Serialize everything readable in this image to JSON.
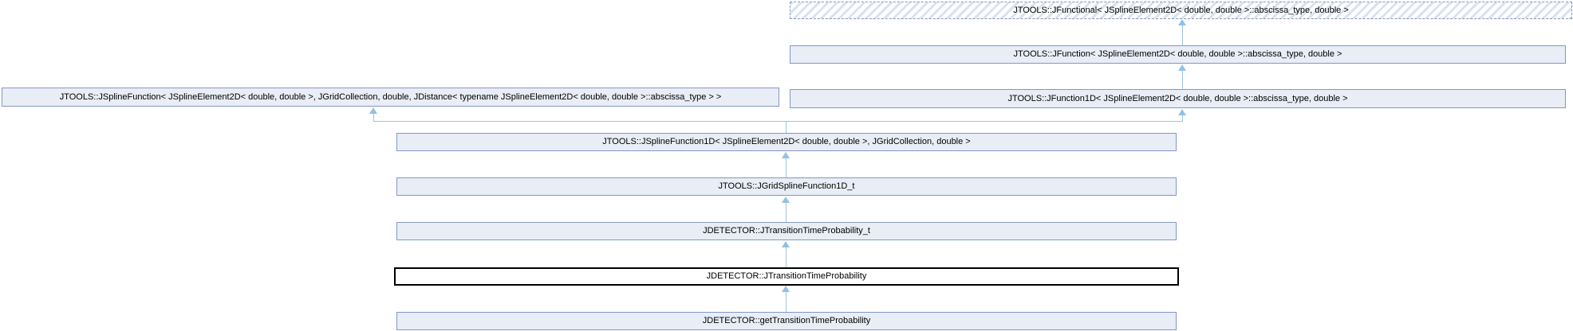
{
  "diagram": {
    "kind": "class-inheritance-graph",
    "colors": {
      "background": "#FFFFFF",
      "node_fill": "#E8EDF6",
      "node_border": "#8498C4",
      "hatch_stripe": "#DBE1EE",
      "current_node_border": "#000000",
      "current_node_fill": "#FFFFFF",
      "arrow": "#9CC4E6"
    },
    "nodes": {
      "functional": {
        "label": "JTOOLS::JFunctional< JSplineElement2D< double, double >::abscissa_type, double >",
        "style": "dashed-hatched-template"
      },
      "function": {
        "label": "JTOOLS::JFunction< JSplineElement2D< double, double >::abscissa_type, double >",
        "style": "class"
      },
      "spline_function": {
        "label": "JTOOLS::JSplineFunction< JSplineElement2D< double, double >, JGridCollection, double, JDistance< typename JSplineElement2D< double, double >::abscissa_type > >",
        "style": "class"
      },
      "function1d": {
        "label": "JTOOLS::JFunction1D< JSplineElement2D< double, double >::abscissa_type, double >",
        "style": "class"
      },
      "spline_function1d": {
        "label": "JTOOLS::JSplineFunction1D< JSplineElement2D< double, double >, JGridCollection, double >",
        "style": "class"
      },
      "grid_spline_function1d_t": {
        "label": "JTOOLS::JGridSplineFunction1D_t",
        "style": "class"
      },
      "transition_time_probability_t": {
        "label": "JDETECTOR::JTransitionTimeProbability_t",
        "style": "class"
      },
      "transition_time_probability": {
        "label": "JDETECTOR::JTransitionTimeProbability",
        "style": "current-class"
      },
      "get_transition_time_probability": {
        "label": "JDETECTOR::getTransitionTimeProbability",
        "style": "class"
      }
    },
    "edges": [
      {
        "from": "function",
        "to": "functional"
      },
      {
        "from": "function1d",
        "to": "function"
      },
      {
        "from": "spline_function1d",
        "to": "spline_function"
      },
      {
        "from": "spline_function1d",
        "to": "function1d"
      },
      {
        "from": "grid_spline_function1d_t",
        "to": "spline_function1d"
      },
      {
        "from": "transition_time_probability_t",
        "to": "grid_spline_function1d_t"
      },
      {
        "from": "transition_time_probability",
        "to": "transition_time_probability_t"
      },
      {
        "from": "get_transition_time_probability",
        "to": "transition_time_probability"
      }
    ]
  }
}
